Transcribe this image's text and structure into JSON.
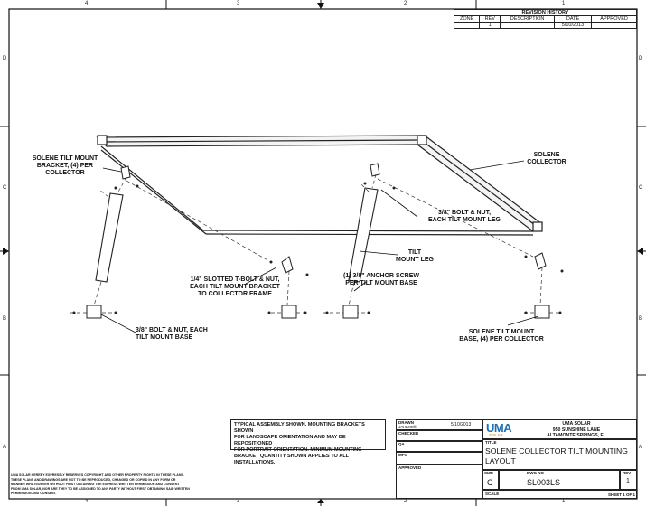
{
  "zones": {
    "cols": [
      "4",
      "3",
      "2",
      "1"
    ],
    "rows": [
      "D",
      "C",
      "B",
      "A"
    ]
  },
  "revision": {
    "title": "REVISION HISTORY",
    "headers": [
      "ZONE",
      "REV",
      "DESCRIPTION",
      "DATE",
      "APPROVED"
    ],
    "row": [
      "",
      "1",
      "",
      "5/10/2013",
      ""
    ]
  },
  "callouts": {
    "bracket": [
      "SOLENE TILT MOUNT",
      "BRACKET, (4) PER",
      "COLLECTOR"
    ],
    "collector": [
      "SOLENE",
      "COLLECTOR"
    ],
    "bolt_leg": [
      "3/8\" BOLT & NUT,",
      "EACH TILT  MOUNT LEG"
    ],
    "tilt_leg": [
      "TILT",
      "MOUNT LEG"
    ],
    "tbolt": [
      "1/4\" SLOTTED T-BOLT & NUT,",
      "EACH TILT MOUNT BRACKET",
      "TO COLLECTOR FRAME"
    ],
    "anchor": [
      "(1) 3/8\" ANCHOR SCREW",
      "PER TILT  MOUNT BASE"
    ],
    "bolt_base": [
      "3/8\" BOLT & NUT, EACH",
      "TILT  MOUNT BASE"
    ],
    "base": [
      "SOLENE TILT MOUNT",
      "BASE, (4) PER COLLECTOR"
    ]
  },
  "note": [
    "TYPICAL ASSEMBLY SHOWN. MOUNTING BRACKETS SHOWN",
    "FOR LANDSCAPE ORIENTATION AND MAY BE REPOSITIONED",
    "FOR PORTRAIT ORIENTATION. MINIMUM MOUNTING",
    "BRACKET QUANTITY SHOWN APPLIES TO ALL INSTALLATIONS."
  ],
  "proprietary": "UMA SOLAR HEREBY EXPRESSLY RESERVES COPYRIGHT AND OTHER PROPERTY RIGHTS IN THESE PLANS. THESE PLANS AND DRAWINGS ARE NOT TO BE REPRODUCED, CHANGED OR COPIED IN ANY FORM OR MANNER WHATSOEVER WITHOUT FIRST OBTAINING THE EXPRESS WRITTEN PERMISSION AND CONSENT FROM UMA SOLAR, NOR ARE THEY TO BE ASSIGNED TO ANY PARTY WITHOUT FIRST OBTAINING SAID WRITTEN PERMISSION AND CONSENT.",
  "titleblock": {
    "drawn_label": "DRAWN",
    "drawn_name": "JAntonelli",
    "drawn_date": "5/10/2013",
    "checked_label": "CHECKED",
    "qa_label": "QA",
    "mfg_label": "MFG",
    "approved_label": "APPROVED",
    "logo_main": "UMA",
    "logo_sub": "SOLAR",
    "company": [
      "UMA SOLAR",
      "950 SUNSHINE LANE",
      "ALTAMONTE SPRINGS, FL"
    ],
    "title_label": "TITLE",
    "title": [
      "SOLENE COLLECTOR TILT MOUNTING",
      "LAYOUT"
    ],
    "size_label": "SIZE",
    "size": "C",
    "dwg_label": "DWG NO",
    "dwg": "SL003LS",
    "rev_label": "REV",
    "rev": "1",
    "scale_label": "SCALE",
    "sheet": "SHEET 1  OF 1"
  }
}
